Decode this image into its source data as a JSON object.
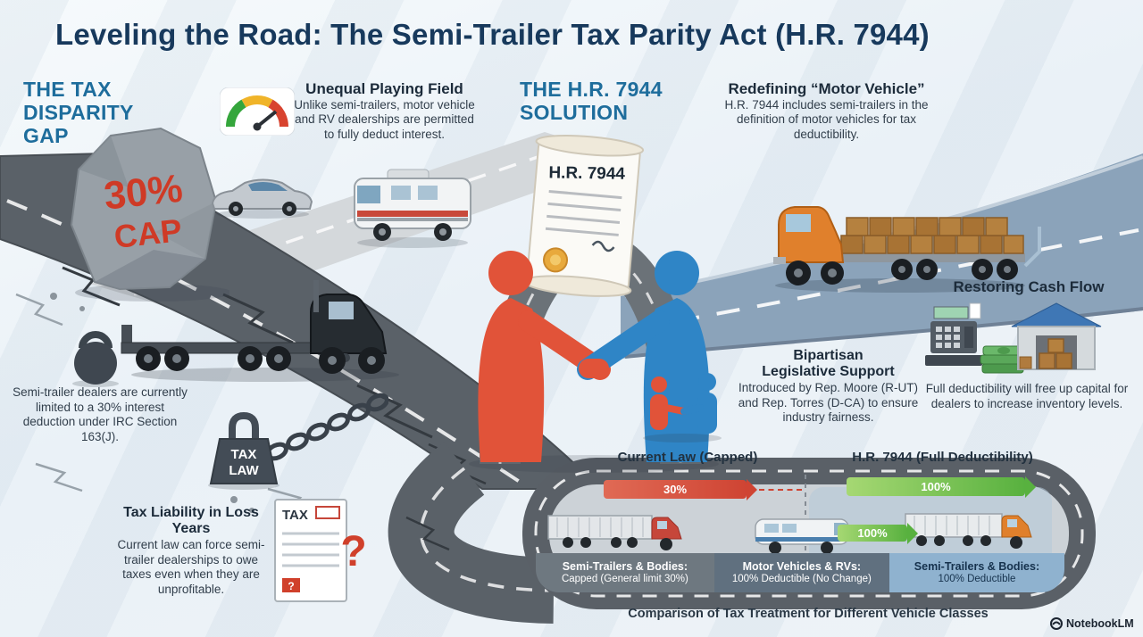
{
  "title": "Leveling the Road: The Semi-Trailer Tax Parity Act (H.R. 7944)",
  "watermark": {
    "brand": "NotebookLM"
  },
  "colors": {
    "title": "#17395c",
    "section_heading": "#1e6d9c",
    "accent_red": "#cf4433",
    "accent_green": "#58b13f",
    "accent_blue": "#2f85c6",
    "road_dark": "#5a6168",
    "road_blue": "#8ba3ba"
  },
  "icons": {
    "gauge-icon": "speedometer gauge green-to-red",
    "weight-icon": "heavy kettlebell weight",
    "tax-law-weight-icon": "weight block chained to truck",
    "tax-document-icon": "tax form page",
    "question-icon": "red question mark",
    "scroll-icon": "H.R. 7944 bill scroll with seal",
    "handshake-icon": "red and blue figures shaking hands",
    "cash-register-icon": "cash register",
    "money-icon": "stack of bills",
    "warehouse-icon": "warehouse with inventory boxes",
    "notebooklm-logo-icon": "NotebookLM logo"
  },
  "disparity": {
    "heading": "THE TAX DISPARITY GAP",
    "rock_pct": "30%",
    "rock_cap": "CAP",
    "unequal_heading": "Unequal Playing Field",
    "unequal_body": "Unlike semi-trailers, motor vehicle and RV dealerships are permitted to fully deduct interest.",
    "limit_body": "Semi-trailer dealers are currently limited to a 30% interest deduction under IRC Section 163(J).",
    "weight_line1": "TAX",
    "weight_line2": "LAW",
    "loss_heading": "Tax Liability in Loss Years",
    "loss_body": "Current law can force semi-trailer dealerships to owe taxes even when they are unprofitable.",
    "tax_doc_label": "TAX",
    "question_mark": "?"
  },
  "solution": {
    "heading": "THE H.R. 7944 SOLUTION",
    "scroll_label": "H.R. 7944",
    "redefining_heading": "Redefining “Motor Vehicle”",
    "redefining_body": "H.R. 7944 includes semi-trailers in the definition of motor vehicles for tax deductibility.",
    "bipartisan_heading": "Bipartisan Legislative Support",
    "bipartisan_body": "Introduced by Rep. Moore (R-UT) and Rep. Torres (D-CA) to ensure industry fairness.",
    "cashflow_heading": "Restoring Cash Flow",
    "cashflow_body": "Full deductibility will free up capital for dealers to increase inventory levels."
  },
  "comparison": {
    "left_label": "Current Law (Capped)",
    "right_label": "H.R. 7944 (Full Deductibility)",
    "capped_pct": "30%",
    "full_pct": "100%",
    "mid_pct": "100%",
    "columns": [
      {
        "title": "Semi-Trailers & Bodies:",
        "detail": "Capped (General limit 30%)"
      },
      {
        "title": "Motor Vehicles & RVs:",
        "detail": "100% Deductible (No Change)"
      },
      {
        "title": "Semi-Trailers & Bodies:",
        "detail": "100% Deductible"
      }
    ],
    "caption": "Comparison of Tax Treatment for Different Vehicle Classes"
  }
}
